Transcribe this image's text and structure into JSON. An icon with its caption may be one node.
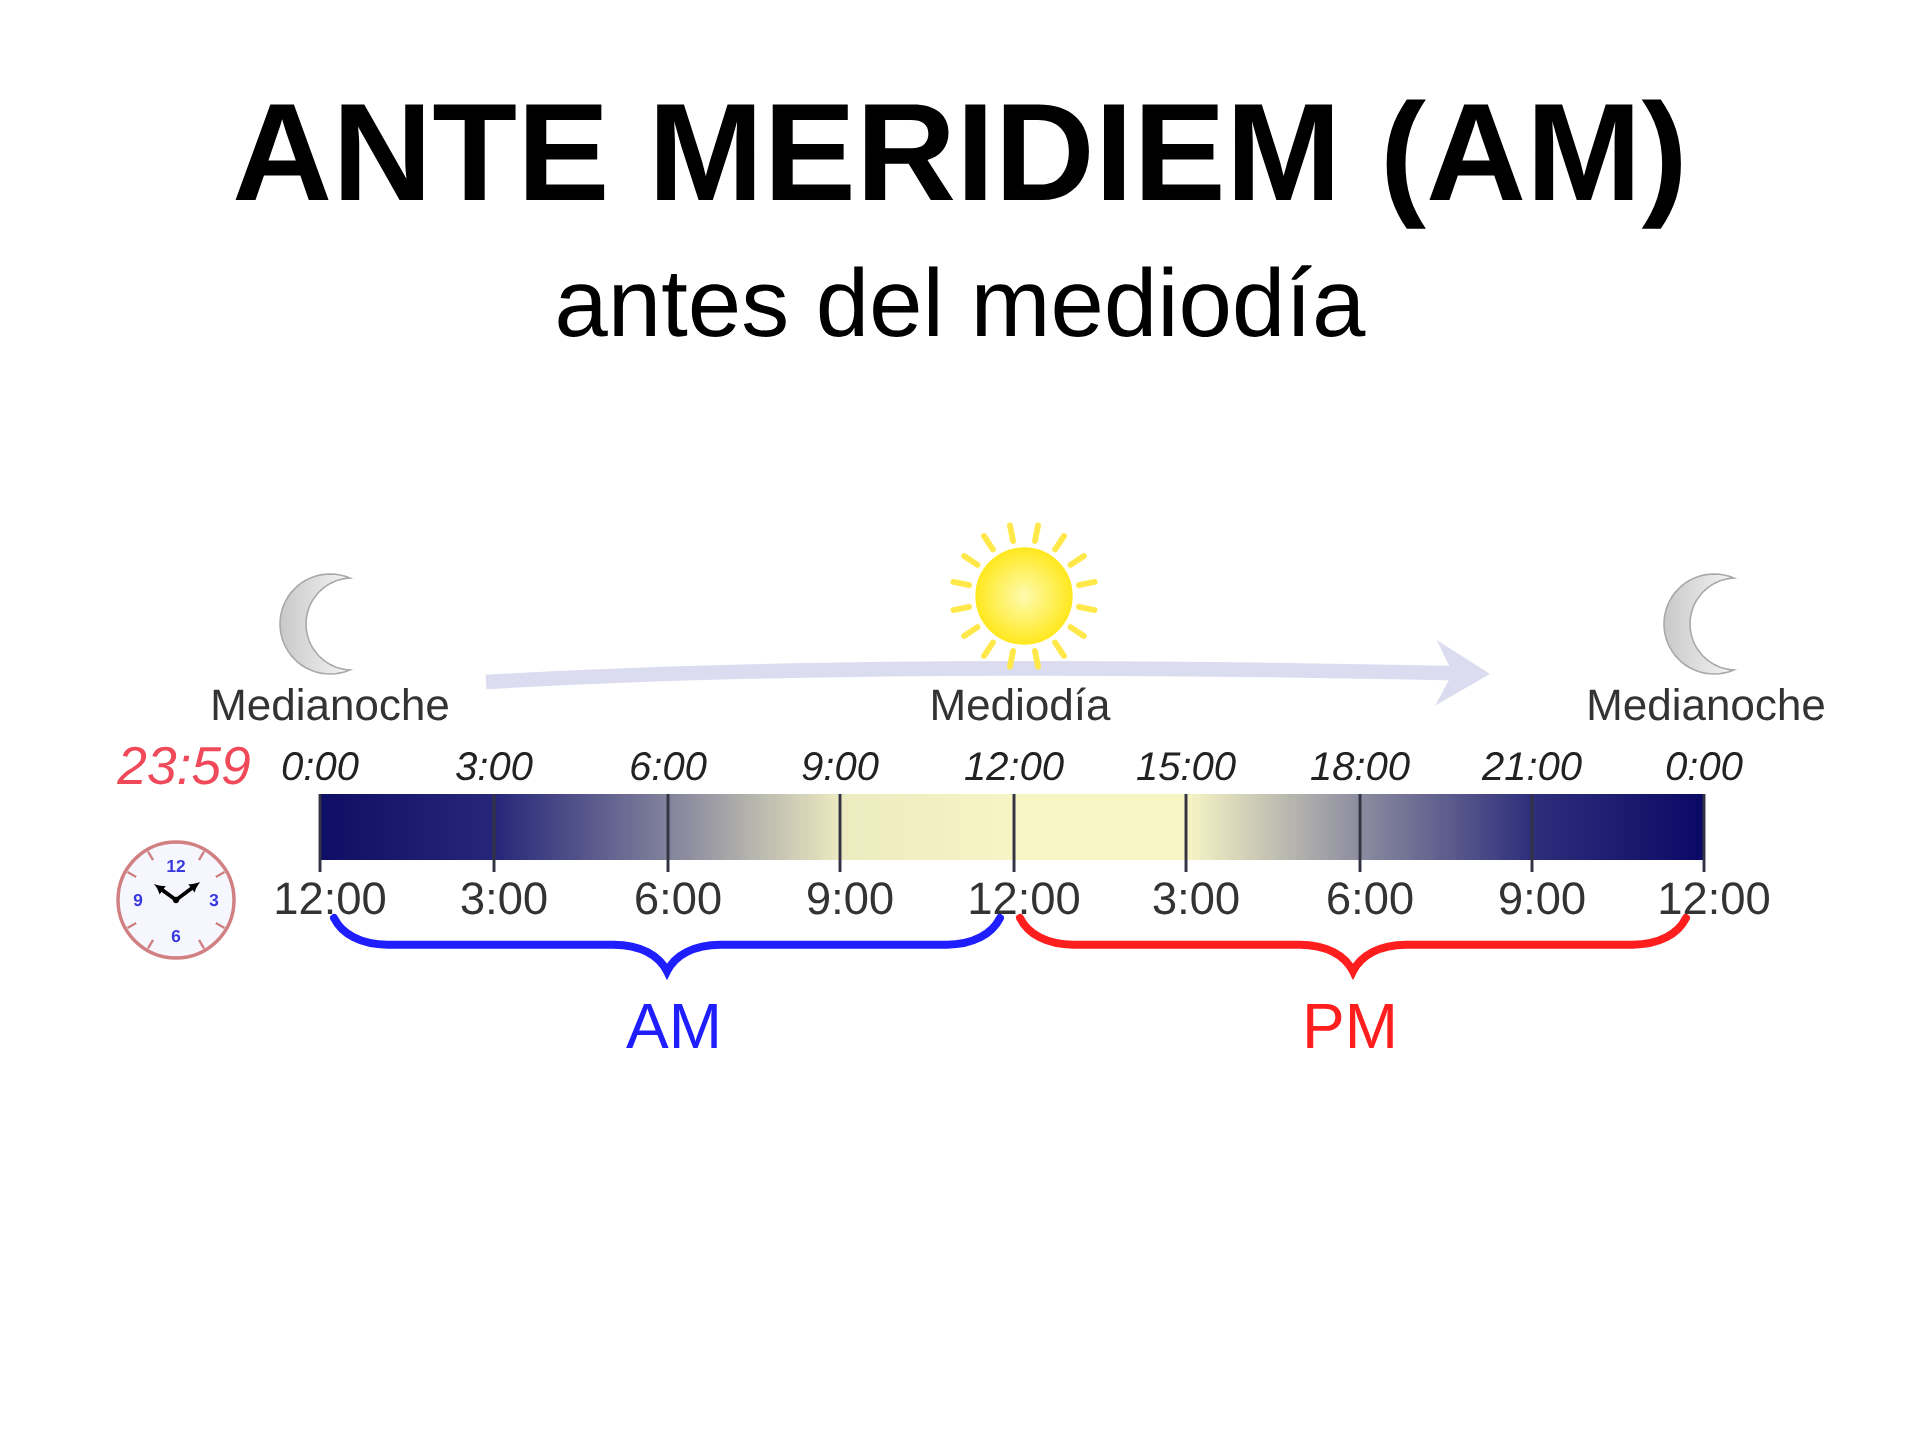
{
  "diagram": {
    "title": "ANTE MERIDIEM (AM)",
    "labels": [
      "antes del mediodía",
      "Medianoche",
      "Mediodía",
      "Medianoche",
      "23:59",
      "0:00",
      "3:00",
      "6:00",
      "9:00",
      "12:00",
      "15:00",
      "18:00",
      "21:00",
      "0:00",
      "12",
      "9",
      "3",
      "6",
      "12:00",
      "3:00",
      "6:00",
      "9:00",
      "12:00",
      "3:00",
      "6:00",
      "9:00",
      "12:00",
      "AM",
      "PM"
    ]
  }
}
